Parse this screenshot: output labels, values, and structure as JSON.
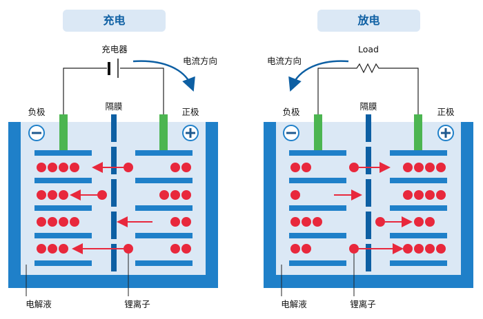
{
  "charging": {
    "title": "充电",
    "source_label": "充电器",
    "current_label": "电流方向",
    "negative_label": "负极",
    "positive_label": "正极",
    "separator_label": "隔膜",
    "electrolyte_label": "电解液",
    "ion_label": "锂离子"
  },
  "discharging": {
    "title": "放电",
    "load_label": "Load",
    "current_label": "电流方向",
    "negative_label": "负极",
    "positive_label": "正极",
    "separator_label": "隔膜",
    "electrolyte_label": "电解液",
    "ion_label": "锂离子"
  },
  "colors": {
    "container": "#1f80c9",
    "electrolyte": "#dbe8f5",
    "electrode_plate": "#1f80c9",
    "separator": "#0d5fa3",
    "tab": "#4cb551",
    "ion": "#e8283c",
    "arrow": "#e8283c",
    "current_arrow": "#0d5fa3",
    "badge_text": "#0d5fa3"
  }
}
